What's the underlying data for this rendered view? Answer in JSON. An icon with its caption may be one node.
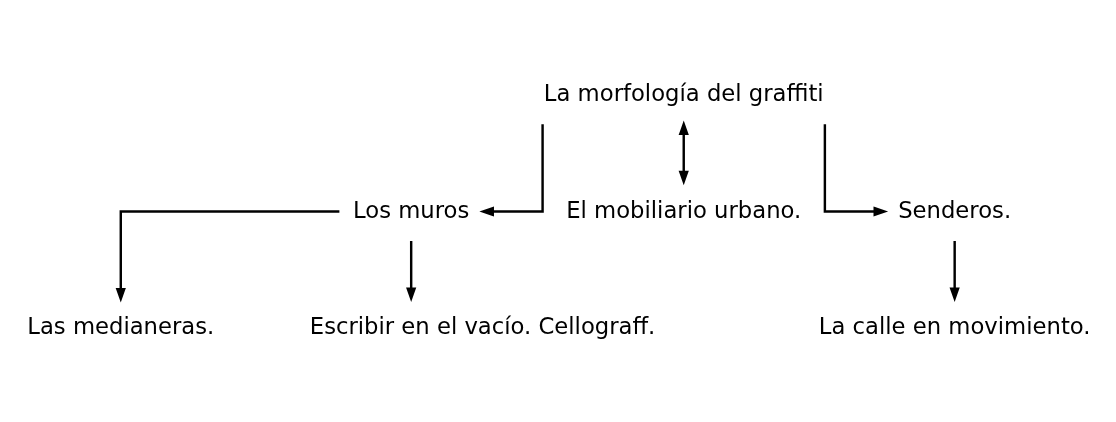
{
  "diagram": {
    "nodes": [
      {
        "text": [
          "La morfología del graffiti"
        ]
      },
      {
        "text": [
          "Los muros"
        ]
      },
      {
        "text": [
          "El mobiliario urbano."
        ]
      },
      {
        "text": [
          "Senderos."
        ]
      },
      {
        "text": [
          "Las medianeras."
        ]
      },
      {
        "text": [
          "Escribir en el vacío. Cellograff."
        ]
      },
      {
        "text": [
          "La calle en movimiento."
        ]
      }
    ],
    "edges": [
      {
        "from": 0,
        "to": 1,
        "arrow": "to"
      },
      {
        "from": 0,
        "to": 2,
        "arrow": "both"
      },
      {
        "from": 0,
        "to": 3,
        "arrow": "to"
      },
      {
        "from": 1,
        "to": 4,
        "arrow": "to"
      },
      {
        "from": 1,
        "to": 5,
        "arrow": "to"
      },
      {
        "from": 3,
        "to": 6,
        "arrow": "to"
      }
    ]
  }
}
